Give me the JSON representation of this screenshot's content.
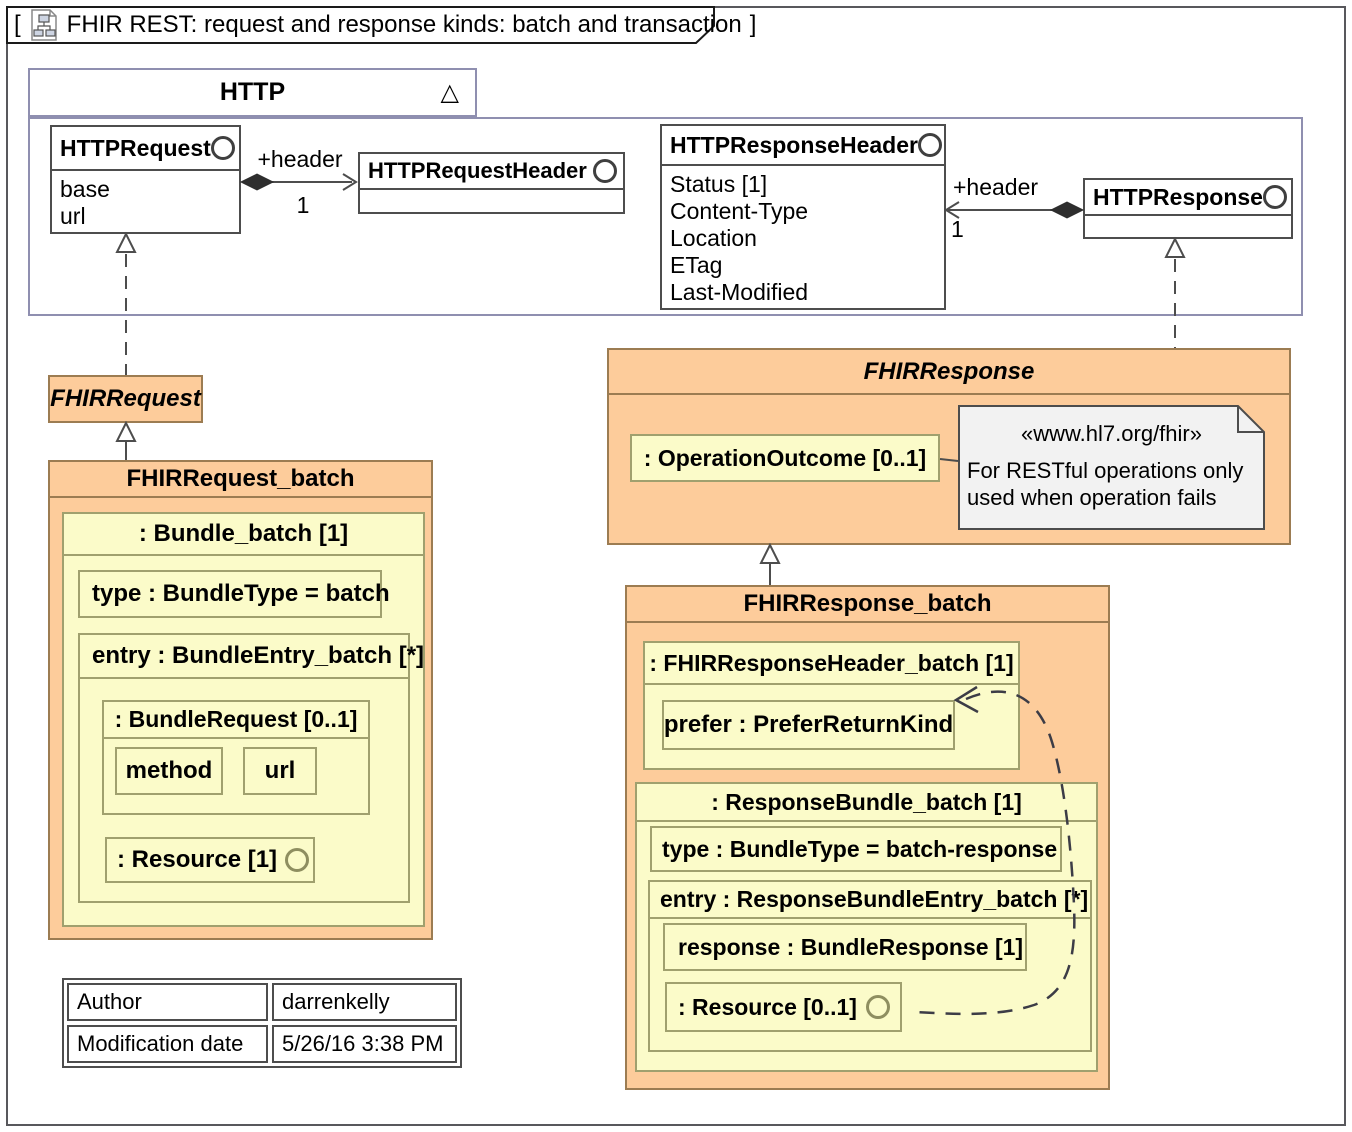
{
  "diagram": {
    "bracket_open": "[",
    "bracket_close": "]",
    "title": "FHIR REST: request and response kinds: batch and transaction"
  },
  "http_frame": {
    "title": "HTTP",
    "collapse_triangle": "△",
    "http_request": {
      "name": "HTTPRequest",
      "attributes": [
        "base",
        "url"
      ]
    },
    "http_request_header": {
      "name": "HTTPRequestHeader"
    },
    "http_response_header": {
      "name": "HTTPResponseHeader",
      "attributes": [
        "Status [1]",
        "Content-Type",
        "Location",
        "ETag",
        "Last-Modified"
      ]
    },
    "http_response": {
      "name": "HTTPResponse"
    },
    "request_header_assoc": {
      "role": "+header",
      "multiplicity": "1"
    },
    "response_header_assoc": {
      "role": "+header",
      "multiplicity": "1"
    }
  },
  "fhir_request": {
    "name": "FHIRRequest"
  },
  "fhir_request_batch": {
    "name": "FHIRRequest_batch",
    "bundle": {
      "label": ": Bundle_batch [1]",
      "type_property": "type : BundleType = batch",
      "entry": {
        "label": "entry : BundleEntry_batch [*]",
        "bundle_request": {
          "label": ": BundleRequest [0..1]",
          "method": "method",
          "url": "url"
        },
        "resource": ": Resource [1]"
      }
    }
  },
  "fhir_response": {
    "name": "FHIRResponse",
    "operation_outcome": ": OperationOutcome [0..1]",
    "note": {
      "stereotype": "«www.hl7.org/fhir»",
      "line1": "For RESTful operations only",
      "line2": "used when operation fails"
    }
  },
  "fhir_response_batch": {
    "name": "FHIRResponse_batch",
    "response_header": {
      "label": ": FHIRResponseHeader_batch [1]",
      "prefer_property": "prefer : PreferReturnKind"
    },
    "response_bundle": {
      "label": ": ResponseBundle_batch [1]",
      "type_property": "type : BundleType = batch-response",
      "entry": {
        "label": "entry : ResponseBundleEntry_batch [*]",
        "response_property": "response : BundleResponse [1]",
        "resource": ": Resource [0..1]"
      }
    }
  },
  "info_table": {
    "rows": [
      {
        "label": "Author",
        "value": "darrenkelly"
      },
      {
        "label": "Modification date",
        "value": "5/26/16 3:38 PM"
      }
    ]
  },
  "colors": {
    "class_orange": "#fdcc9b",
    "orange_border": "#9c7c52",
    "part_yellow": "#fbfbc9",
    "yellow_border": "#a0a06e",
    "frame_border": "#8f8fb0",
    "note_gray": "#f2f2f2"
  }
}
